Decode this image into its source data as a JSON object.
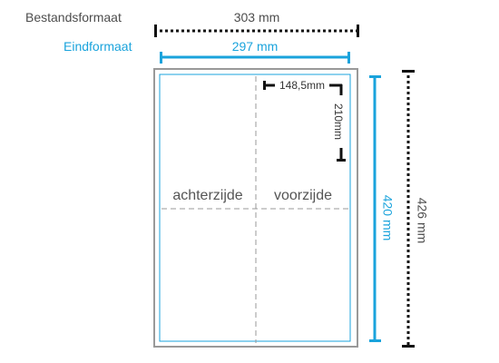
{
  "labels": {
    "stock_format": "Bestandsformaat",
    "final_format": "Eindformaat"
  },
  "dimensions": {
    "stock_width": "303 mm",
    "final_width": "297 mm",
    "final_height": "420 mm",
    "stock_height": "426 mm",
    "panel_width": "148,5mm",
    "panel_height": "210mm"
  },
  "panels": {
    "back": "achterzijde",
    "front": "voorzijde"
  },
  "colors": {
    "final_format_blue": "#1aa3dc",
    "stock_format_black": "#111111",
    "sheet_border": "#999999",
    "fold_line": "#999999"
  }
}
